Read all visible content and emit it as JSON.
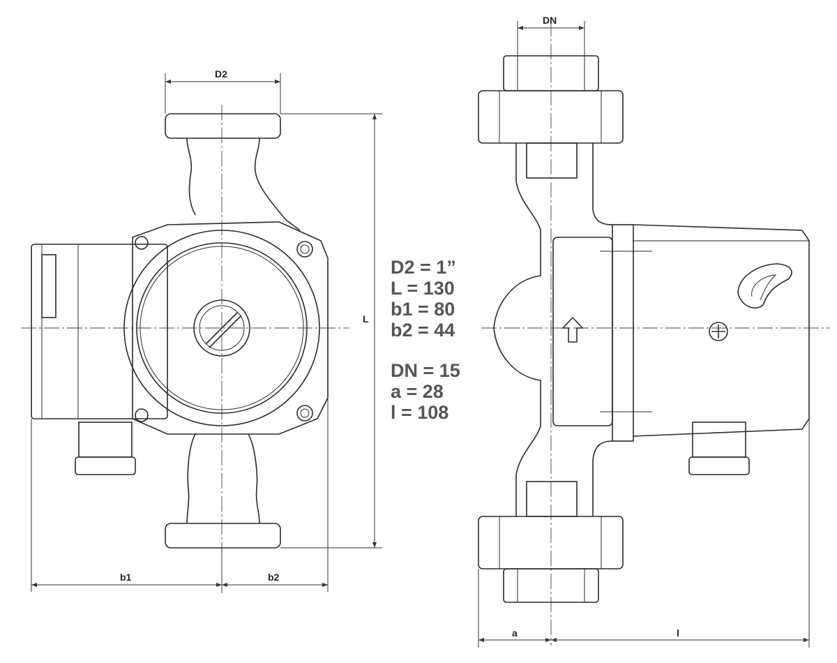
{
  "labels": {
    "d2": "D2",
    "l": "L",
    "b1": "b1",
    "b2": "b2",
    "dn": "DN",
    "a": "a",
    "l_small": "l"
  },
  "specs": {
    "d2": "D2 = 1”",
    "L": "L = 130",
    "b1": "b1 = 80",
    "b2": "b2 = 44",
    "dn": "DN = 15",
    "a": "a = 28",
    "l": "l = 108"
  }
}
